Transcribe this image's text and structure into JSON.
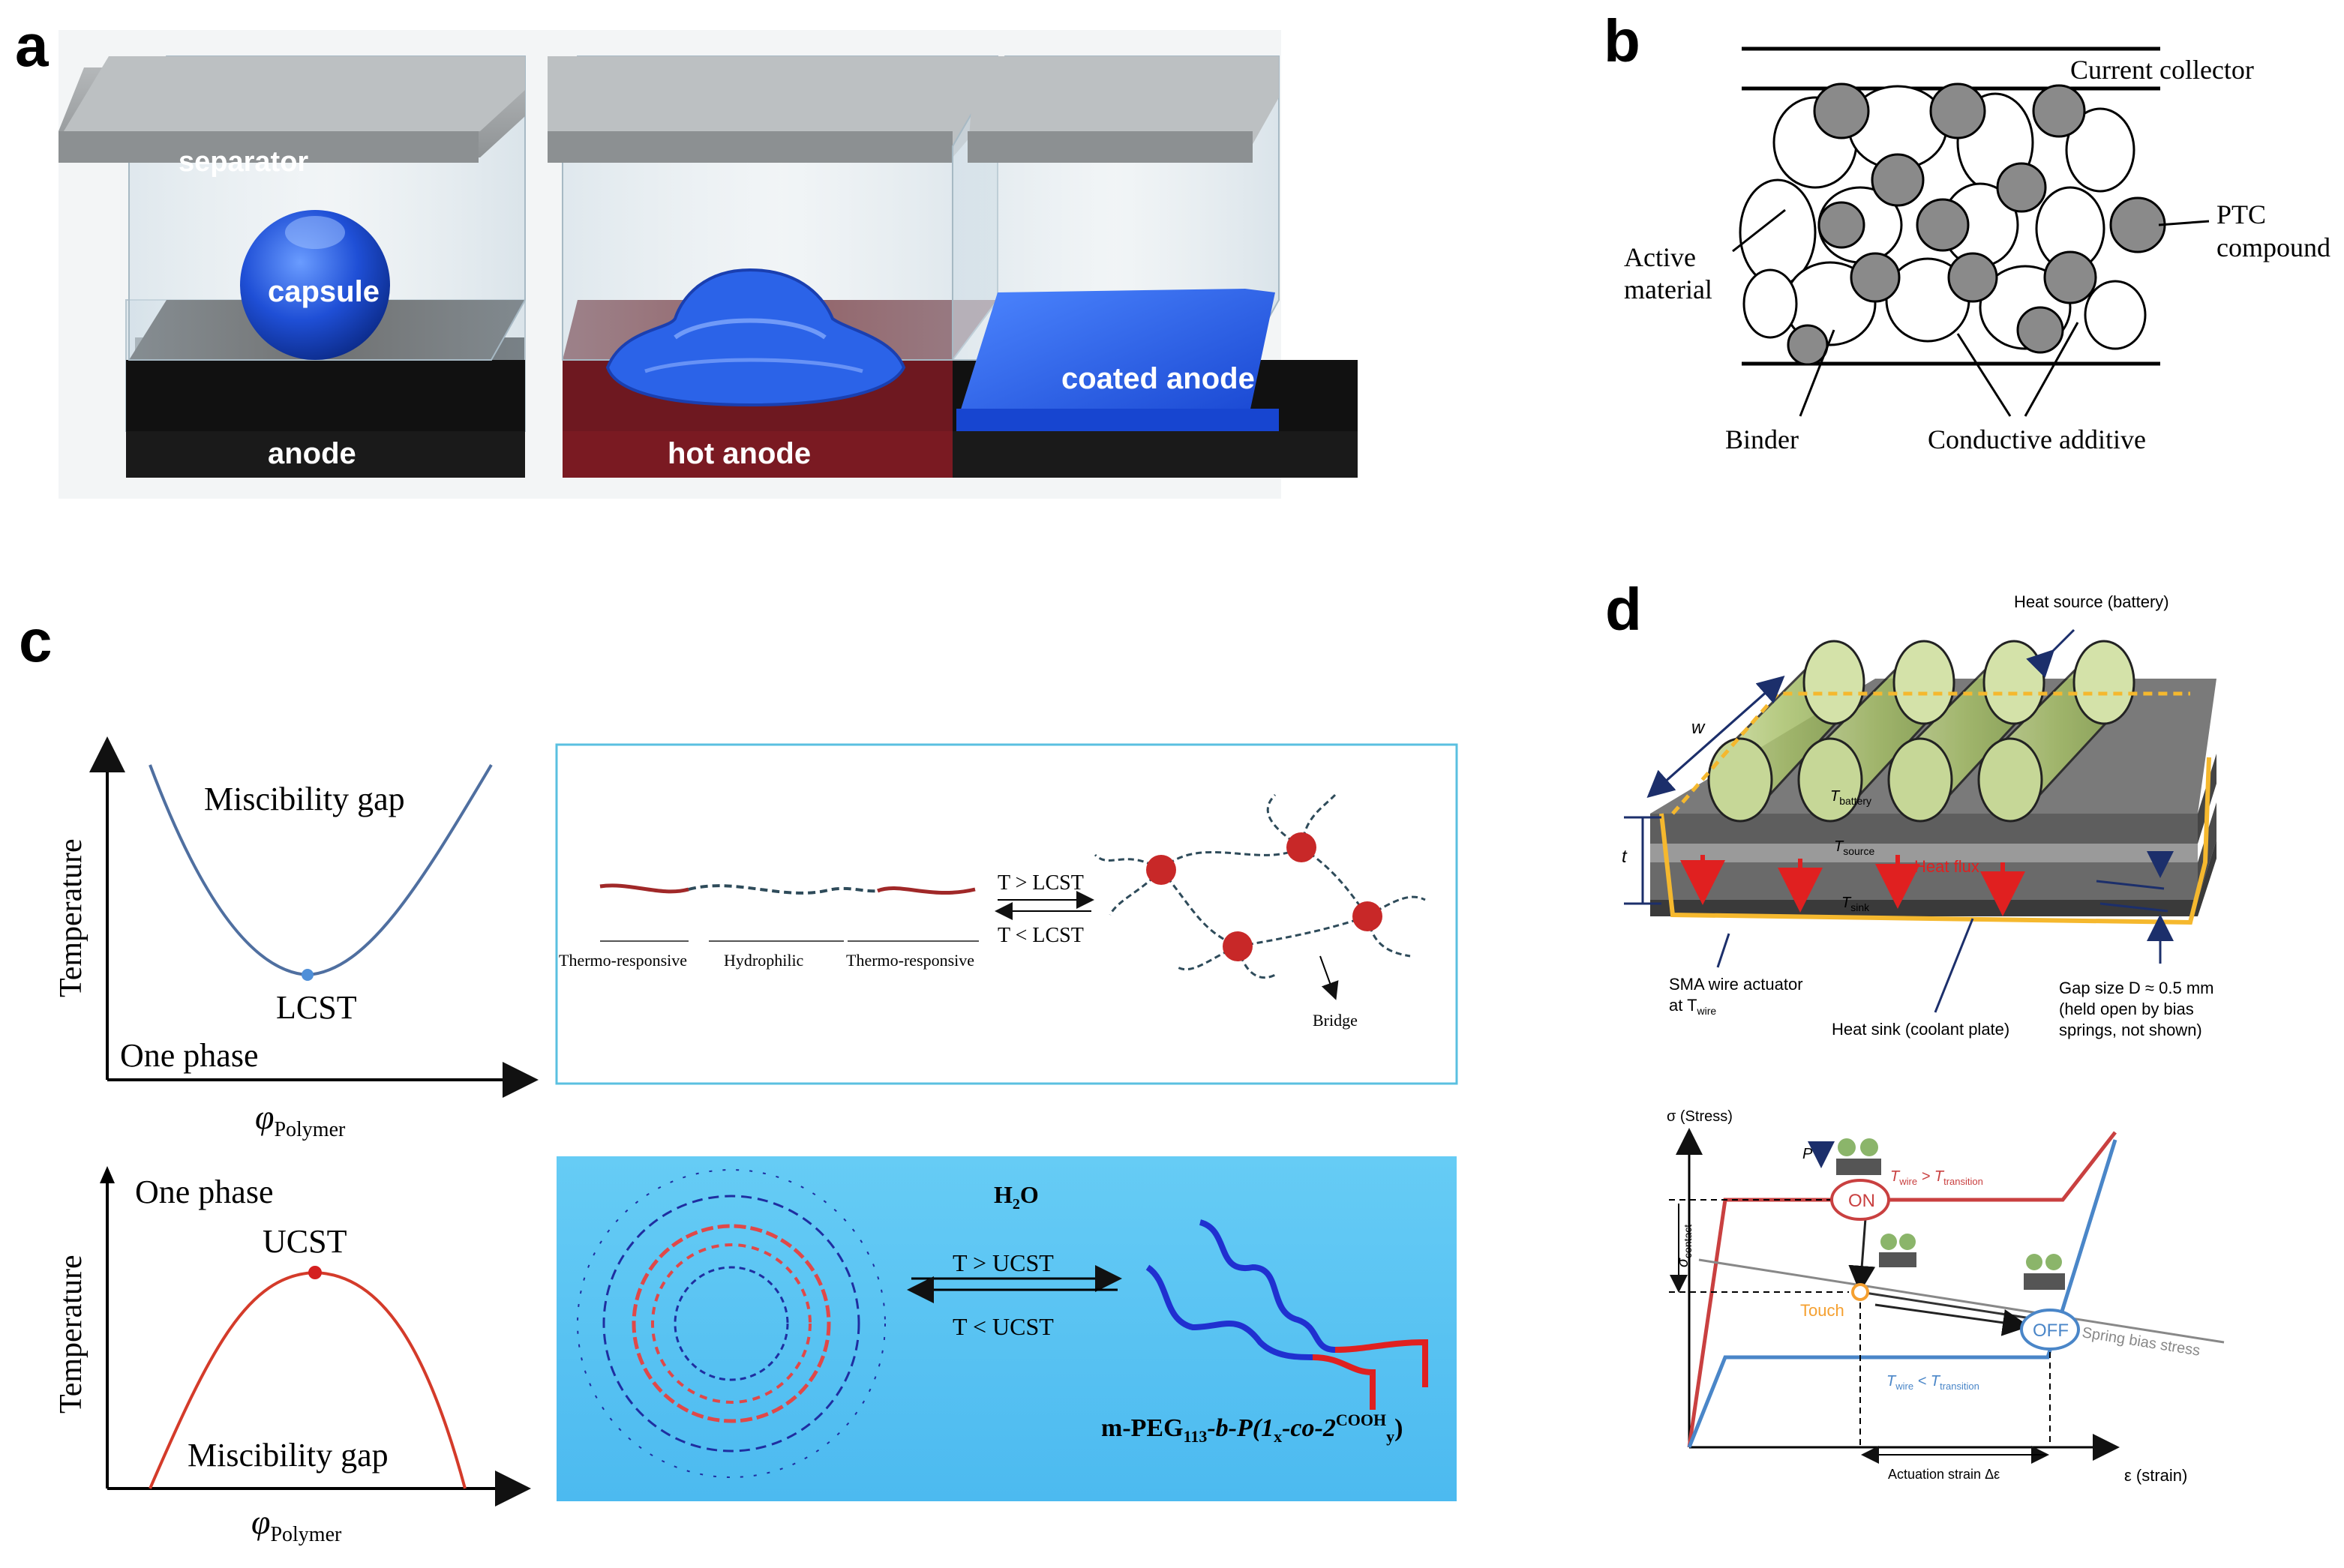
{
  "panel_a": {
    "letter": "a",
    "separator_label": "separator",
    "capsule_label": "capsule",
    "anode_label": "anode",
    "hot_anode_label": "hot anode",
    "coated_anode_label": "coated anode"
  },
  "panel_b": {
    "letter": "b",
    "current_collector": "Current collector",
    "active_material_line1": "Active",
    "active_material_line2": "material",
    "ptc_line1": "PTC",
    "ptc_line2": "compound",
    "binder": "Binder",
    "conductive_additive": "Conductive additive"
  },
  "panel_c": {
    "letter": "c",
    "lcst_plot": {
      "ylabel": "Temperature",
      "xlabel_symbol": "φ",
      "xlabel_sub": "Polymer",
      "miscibility_gap": "Miscibility gap",
      "critical_label": "LCST",
      "phase_label": "One phase"
    },
    "ucst_plot": {
      "ylabel": "Temperature",
      "xlabel_symbol": "φ",
      "xlabel_sub": "Polymer",
      "miscibility_gap": "Miscibility gap",
      "critical_label": "UCST",
      "phase_label": "One phase"
    },
    "lcst_scheme": {
      "segment_1": "Thermo-responsive",
      "segment_2": "Hydrophilic",
      "segment_3": "Thermo-responsive",
      "forward": "T > LCST",
      "reverse": "T < LCST",
      "bridge": "Bridge"
    },
    "ucst_scheme": {
      "solvent": "H",
      "solvent_sub": "2",
      "solvent_end": "O",
      "forward": "T > UCST",
      "reverse": "T < UCST",
      "formula_1": "m-PEG",
      "formula_sub1": "113",
      "formula_2": "-b-P(1",
      "formula_sub2": "x",
      "formula_3": "-co-2",
      "formula_sup": "COOH",
      "formula_sub3": "y",
      "formula_4": ")"
    }
  },
  "panel_d": {
    "letter": "d",
    "heat_source": "Heat source (battery)",
    "w_label": "w",
    "t_label": "t",
    "t_battery": "T",
    "t_battery_sub": "battery",
    "t_source": "T",
    "t_source_sub": "source",
    "t_sink": "T",
    "t_sink_sub": "sink",
    "heat_flux": "Heat flux",
    "sma_line1": "SMA wire actuator",
    "sma_line2": "at T",
    "sma_sub": "wire",
    "heat_sink": "Heat sink (coolant plate)",
    "gap_line1": "Gap size D ≈ 0.5 mm",
    "gap_line2": "(held open by bias",
    "gap_line3": "springs, not shown)",
    "graph": {
      "ylabel": "σ (Stress)",
      "xlabel": "ε (strain)",
      "p_label": "P",
      "sigma_contact": "σ",
      "sigma_contact_sub": "contact",
      "on_label": "ON",
      "off_label": "OFF",
      "touch_label": "Touch",
      "hot_condition": "T",
      "hot_condition_sub1": "wire",
      "hot_condition_mid": " > T",
      "hot_condition_sub2": "transition",
      "cold_condition": "T",
      "cold_condition_sub1": "wire",
      "cold_condition_mid": " < T",
      "cold_condition_sub2": "transition",
      "spring_bias": "Spring bias stress",
      "actuation_strain": "Actuation strain Δε"
    }
  },
  "colors": {
    "capsule_blue": "#1f4fd6",
    "hot_anode": "#7a1a22",
    "lcst_curve": "#4f6fa0",
    "ucst_curve": "#d43b2a",
    "scheme_cyan_bg": "#5cc6f3",
    "scheme_border": "#5ac0e0",
    "sma_orange": "#f5b82e",
    "battery_green": "#a8c06a",
    "on_red": "#c94040",
    "off_blue": "#4a86c8"
  }
}
